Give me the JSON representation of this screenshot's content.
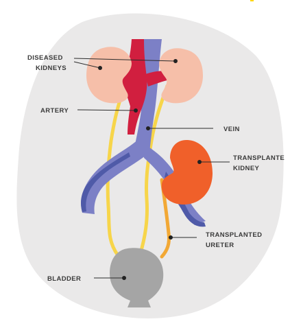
{
  "labels": {
    "diseased_kidneys_line1": "DISEASED",
    "diseased_kidneys_line2": "KIDNEYS",
    "artery": "ARTERY",
    "vein": "VEIN",
    "transplanted_kidney_line1": "TRANSPLANTE",
    "transplanted_kidney_line2": "KIDNEY",
    "transplanted_ureter_line1": "TRANSPLANTED",
    "transplanted_ureter_line2": "URETER",
    "bladder": "BLADDER"
  },
  "colors": {
    "background_blob": "#eae9e9",
    "diseased_kidney": "#f6bfa9",
    "artery": "#d11f3f",
    "vein": "#7c80c6",
    "vein_dark": "#4f5aa8",
    "native_ureter": "#f7d54a",
    "transplanted_kidney": "#f0602a",
    "transplanted_ureter": "#f2a835",
    "bladder": "#a5a5a5",
    "top_accent": "#ffd600"
  }
}
